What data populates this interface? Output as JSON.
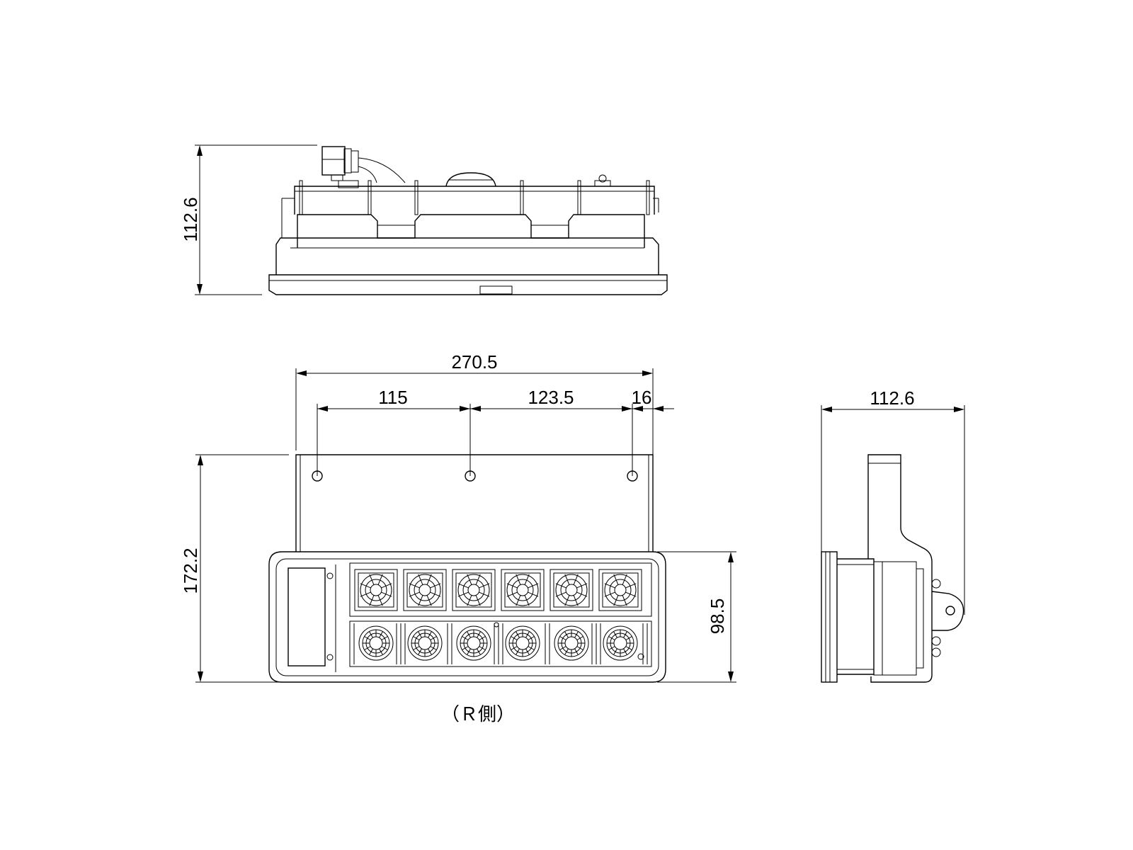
{
  "dimensions": {
    "top_view_depth": "112.6",
    "overall_width": "270.5",
    "hole_spacing_left": "115",
    "hole_spacing_right": "123.5",
    "hole_edge_offset": "16",
    "overall_height": "172.2",
    "lamp_height": "98.5",
    "side_view_depth": "112.6"
  },
  "caption": "（Ｒ側）"
}
